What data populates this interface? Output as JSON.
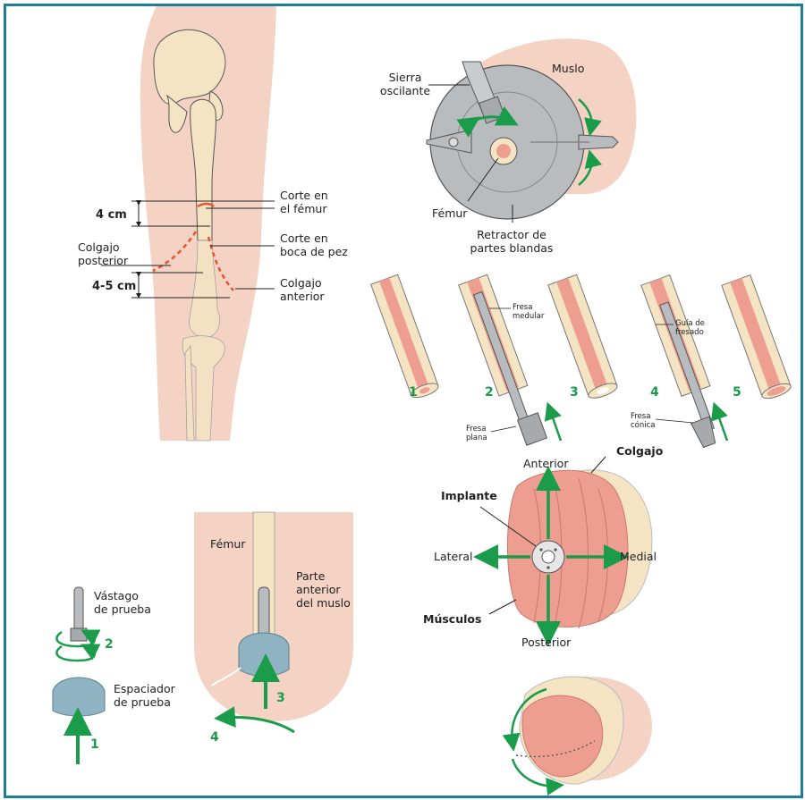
{
  "colors": {
    "frame": "#1f7d99",
    "skin": "#f4d3c5",
    "bone": "#f5e4c3",
    "muscle": "#ee9e90",
    "arrow": "#1a9c4b",
    "cut": "#e4572e",
    "tool": "#b9bcbf",
    "spacer": "#8fb3c2"
  },
  "leg": {
    "measure_1": "4 cm",
    "measure_2": "4-5 cm",
    "label_femur_cut": [
      "Corte en",
      "el fémur"
    ],
    "label_fishmouth": [
      "Corte en",
      "boca de pez"
    ],
    "label_posterior_flap": [
      "Colgajo",
      "posterior"
    ],
    "label_anterior_flap": [
      "Colgajo",
      "anterior"
    ]
  },
  "saw": {
    "label_saw": [
      "Sierra",
      "oscilante"
    ],
    "label_thigh": "Muslo",
    "label_femur": "Fémur",
    "label_retractor": [
      "Retractor de",
      "partes blandas"
    ]
  },
  "reaming": {
    "steps": [
      "1",
      "2",
      "3",
      "4",
      "5"
    ],
    "label_medullary": [
      "Fresa",
      "medular"
    ],
    "label_guide": [
      "Guía de",
      "fresado"
    ],
    "label_flat": [
      "Fresa",
      "plana"
    ],
    "label_conical": [
      "Fresa",
      "cónica"
    ]
  },
  "trial": {
    "label_stem": [
      "Vástago",
      "de prueba"
    ],
    "label_spacer": [
      "Espaciador",
      "de prueba"
    ],
    "step_1": "1",
    "step_2": "2"
  },
  "insertion": {
    "label_femur": "Fémur",
    "label_anterior_thigh": [
      "Parte",
      "anterior",
      "del muslo"
    ],
    "step_3": "3",
    "step_4": "4"
  },
  "stump": {
    "label_anterior": "Anterior",
    "label_posterior": "Posterior",
    "label_lateral": "Lateral",
    "label_medial": "Medial",
    "label_implant": "Implante",
    "label_flap": "Colgajo",
    "label_muscles": "Músculos"
  }
}
